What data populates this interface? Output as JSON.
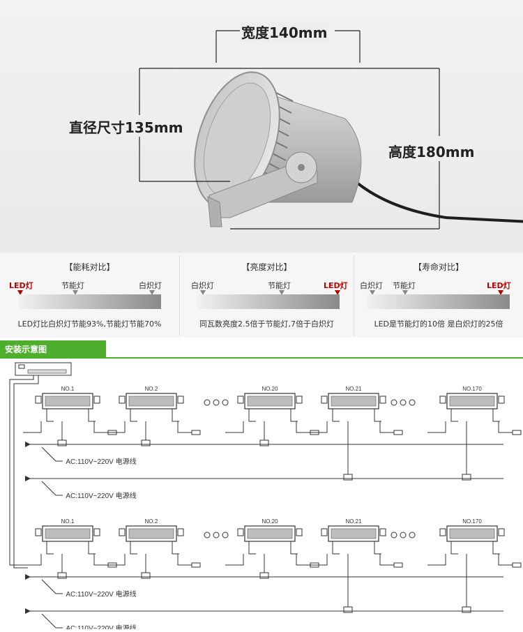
{
  "dimensions": {
    "width": "宽度140mm",
    "diameter": "直径尺寸135mm",
    "height": "高度180mm"
  },
  "comparisons": [
    {
      "title": "【能耗对比】",
      "labels": [
        "LED灯",
        "节能灯",
        "白炽灯"
      ],
      "highlight": "LED灯",
      "description": "LED灯比白炽灯节能93%,节能灯节能70%"
    },
    {
      "title": "【亮度对比】",
      "labels": [
        "白炽灯",
        "节能灯",
        "LED灯"
      ],
      "highlight": "LED灯",
      "description": "同瓦数亮度2.5倍于节能灯,7倍于白炽灯"
    },
    {
      "title": "【寿命对比】",
      "labels": [
        "白炽灯",
        "节能灯",
        "LED灯"
      ],
      "highlight": "LED灯",
      "description": "LED是节能灯的10倍 是白炽灯的25倍"
    }
  ],
  "section": {
    "title": "安装示意图"
  },
  "diagram": {
    "fixtures": [
      "NO.1",
      "NO.2",
      "NO.20",
      "NO.21",
      "NO.170"
    ],
    "ellipsis": "○○○",
    "power_line_1": "AC:110V~220V 电源线",
    "power_line_2": "AC:110V~220V 电源线",
    "power_line_3": "AC:110V~220V 电源线",
    "power_line_4": "AC:110V~220V 电源线"
  },
  "colors": {
    "accent_green": "#4fae2d",
    "highlight_red": "#c00000"
  }
}
